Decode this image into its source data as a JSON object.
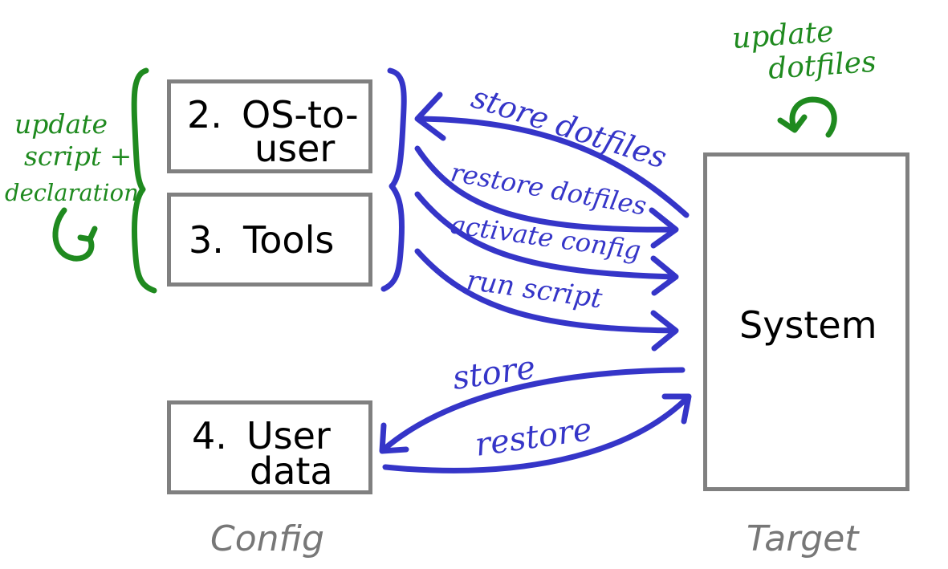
{
  "config_boxes": [
    {
      "number": "2.",
      "line1": "OS-to-",
      "line2": "user"
    },
    {
      "number": "3.",
      "line1": "Tools",
      "line2": ""
    },
    {
      "number": "4.",
      "line1": "User",
      "line2": "data"
    }
  ],
  "system_box": {
    "label": "System"
  },
  "captions": {
    "left": "Config",
    "right": "Target"
  },
  "left_annotation": {
    "line1": "update",
    "line2": "script +",
    "line3": "declaration"
  },
  "top_annotation": {
    "line1": "update",
    "line2": "dotfiles"
  },
  "arrows": {
    "store_dotfiles": "store dotfiles",
    "restore_dotfiles": "restore dotfiles",
    "activate_config": "activate config",
    "run_script": "run script",
    "store": "store",
    "restore": "restore"
  },
  "colors": {
    "blue_ink": "#3535c8",
    "green_ink": "#1f8a1f",
    "box_border": "#808080",
    "caption": "#777777"
  }
}
